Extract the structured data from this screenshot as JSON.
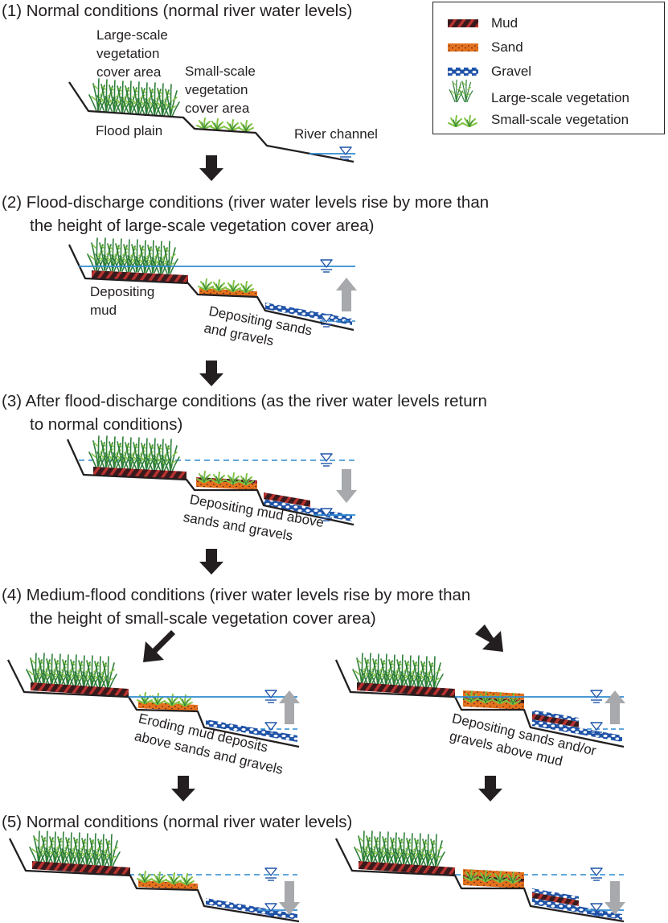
{
  "stages": {
    "s1": {
      "title": "(1) Normal conditions (normal river water levels)"
    },
    "s2": {
      "title_line1": "(2) Flood-discharge conditions (river water levels rise by more than",
      "title_line2": "the height of large-scale vegetation cover area)"
    },
    "s3": {
      "title_line1": "(3) After flood-discharge conditions (as the river water levels return",
      "title_line2": "to normal conditions)"
    },
    "s4": {
      "title_line1": "(4) Medium-flood conditions (river water levels rise by more than",
      "title_line2": "the height of small-scale vegetation cover area)"
    },
    "s5": {
      "title": "(5) Normal conditions (normal river water levels)"
    }
  },
  "labels": {
    "large_area_1": "Large-scale",
    "large_area_2": "vegetation",
    "large_area_3": "cover area",
    "small_area_1": "Small-scale",
    "small_area_2": "vegetation",
    "small_area_3": "cover area",
    "flood_plain": "Flood plain",
    "river_channel": "River channel",
    "depositing_mud_1": "Depositing",
    "depositing_mud_2": "mud",
    "dep_sands_1": "Depositing sands",
    "dep_sands_2": "and gravels",
    "dep_mud_above_1": "Depositing mud above",
    "dep_mud_above_2": "sands and gravels",
    "eroding_1": "Eroding mud deposits",
    "eroding_2": "above sands and gravels",
    "dep_sands_mud_1": "Depositing sands and/or",
    "dep_sands_mud_2": "gravels above mud"
  },
  "legend": {
    "items": [
      {
        "label": "Mud",
        "icon": "mud-swatch"
      },
      {
        "label": "Sand",
        "icon": "sand-swatch"
      },
      {
        "label": "Gravel",
        "icon": "gravel-swatch"
      },
      {
        "label": "Large-scale vegetation",
        "icon": "large-vegetation-icon"
      },
      {
        "label": "Small-scale vegetation",
        "icon": "small-vegetation-icon"
      }
    ]
  },
  "colors": {
    "mud": "#3a1a1c",
    "mud_stripe": "#b8322f",
    "sand": "#e5711d",
    "gravel": "#1f53a8",
    "water": "#2f8bd1",
    "vegetation_dark": "#2f7f3a",
    "vegetation_light": "#7fc241",
    "arrow_dark": "#231f20",
    "arrow_gray": "#a7a9ac"
  }
}
